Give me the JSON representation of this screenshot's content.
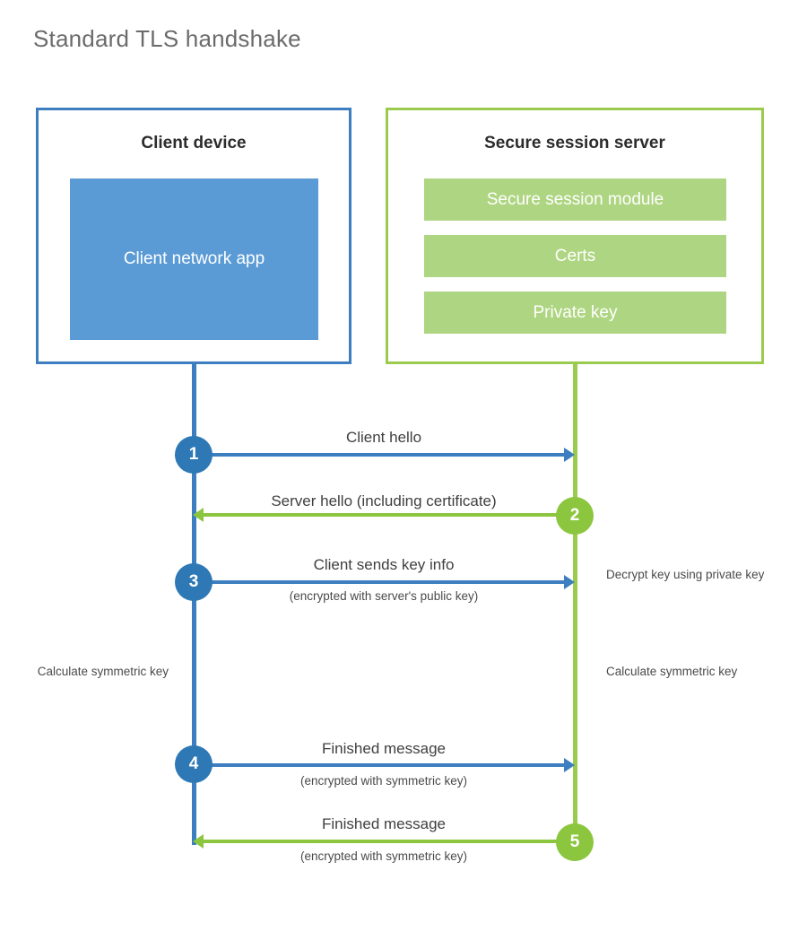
{
  "title": "Standard TLS handshake",
  "colors": {
    "client_border": "#3C7EBF",
    "client_fill": "#5B9BD5",
    "client_circle": "#2E79B5",
    "server_border": "#9BCB4E",
    "server_fill": "#AED581",
    "server_circle": "#8CC63F",
    "title_text": "#6b6b6b",
    "background": "#ffffff"
  },
  "actors": {
    "client": {
      "title": "Client device",
      "app_label": "Client network app"
    },
    "server": {
      "title": "Secure session server",
      "components": [
        "Secure session module",
        "Certs",
        "Private key"
      ]
    }
  },
  "steps": [
    {
      "number": "1",
      "label": "Client hello",
      "sublabel": "",
      "direction": "client-to-server",
      "color": "blue"
    },
    {
      "number": "2",
      "label": "Server hello (including certificate)",
      "sublabel": "",
      "direction": "server-to-client",
      "color": "green"
    },
    {
      "number": "3",
      "label": "Client sends key info",
      "sublabel": "(encrypted with server's public key)",
      "direction": "client-to-server",
      "color": "blue"
    },
    {
      "number": "4",
      "label": "Finished message",
      "sublabel": "(encrypted with symmetric key)",
      "direction": "client-to-server",
      "color": "blue"
    },
    {
      "number": "5",
      "label": "Finished message",
      "sublabel": "(encrypted with symmetric key)",
      "direction": "server-to-client",
      "color": "green"
    }
  ],
  "notes": {
    "decrypt_key": "Decrypt key using private key",
    "calculate_symmetric_key_client": "Calculate symmetric key",
    "calculate_symmetric_key_server": "Calculate symmetric key"
  }
}
